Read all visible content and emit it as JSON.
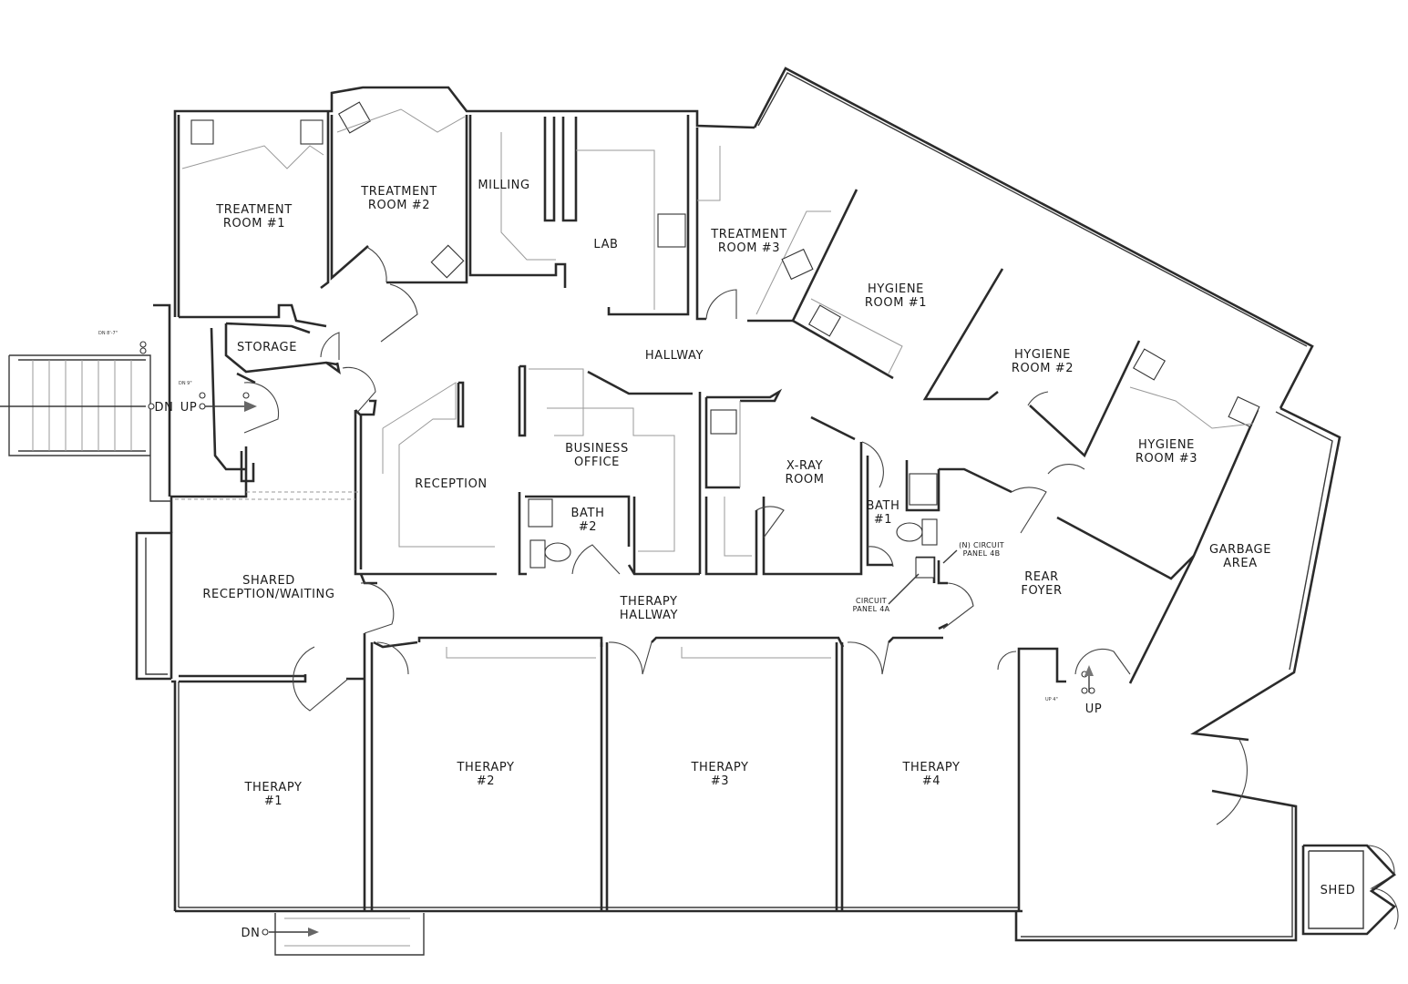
{
  "rooms": {
    "treatment1": [
      "TREATMENT",
      "ROOM  #1"
    ],
    "treatment2": [
      "TREATMENT",
      "ROOM  #2"
    ],
    "milling": [
      "MILLING"
    ],
    "lab": [
      "LAB"
    ],
    "treatment3": [
      "TREATMENT",
      "ROOM  #3"
    ],
    "hygiene1": [
      "HYGIENE",
      "ROOM  #1"
    ],
    "hygiene2": [
      "HYGIENE",
      "ROOM  #2"
    ],
    "hygiene3": [
      "HYGIENE",
      "ROOM  #3"
    ],
    "storage": [
      "STORAGE"
    ],
    "hallway": [
      "HALLWAY"
    ],
    "reception": [
      "RECEPTION"
    ],
    "business_office": [
      "BUSINESS",
      "OFFICE"
    ],
    "bath2": [
      "BATH",
      "#2"
    ],
    "xray": [
      "X-RAY",
      "ROOM"
    ],
    "bath1": [
      "BATH",
      "#1"
    ],
    "shared_reception": [
      "SHARED",
      "RECEPTION/WAITING"
    ],
    "therapy_hallway": [
      "THERAPY",
      "HALLWAY"
    ],
    "rear_foyer": [
      "REAR",
      "FOYER"
    ],
    "garbage_area": [
      "GARBAGE",
      "AREA"
    ],
    "therapy1": [
      "THERAPY",
      "#1"
    ],
    "therapy2": [
      "THERAPY",
      "#2"
    ],
    "therapy3": [
      "THERAPY",
      "#3"
    ],
    "therapy4": [
      "THERAPY",
      "#4"
    ],
    "shed": [
      "SHED"
    ]
  },
  "annotations": {
    "circuit_4b": [
      "(N) CIRCUIT",
      "PANEL 4B"
    ],
    "circuit_4a": [
      "CIRCUIT",
      "PANEL 4A"
    ],
    "stairs_dn": "DN",
    "stairs_up": "UP",
    "rear_up": "UP",
    "bottom_dn": "DN",
    "dim_top_left": "DN 8'-7\"",
    "dim_mid_left": "DN 9\"",
    "dim_rear": "UP 4\""
  }
}
